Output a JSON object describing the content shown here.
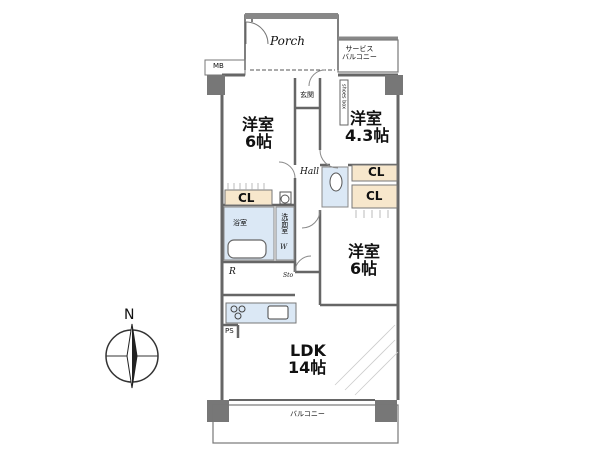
{
  "rooms": {
    "porch": "Porch",
    "service_balcony": "サービス\nバルコニー",
    "mb": "MB",
    "entrance": "玄関",
    "shoes_box": "shoes box",
    "hall": "Hall",
    "west1_name": "洋室",
    "west1_size": "6帖",
    "west2_name": "洋室",
    "west2_size": "4.3帖",
    "west3_name": "洋室",
    "west3_size": "6帖",
    "cl1": "CL",
    "cl2": "CL",
    "cl3": "CL",
    "bath": "浴室",
    "washroom": "洗面室",
    "w": "W",
    "sto": "Sto",
    "r": "R",
    "ps": "PS",
    "ldk_name": "LDK",
    "ldk_size": "14帖",
    "balcony": "バルコニー"
  },
  "compass": {
    "label": "N"
  },
  "colors": {
    "wall": "#666666",
    "pillar": "#777777",
    "closet": "#f7e7cc",
    "wet": "#dbe8f5",
    "kitchen": "#dbe8f5"
  }
}
